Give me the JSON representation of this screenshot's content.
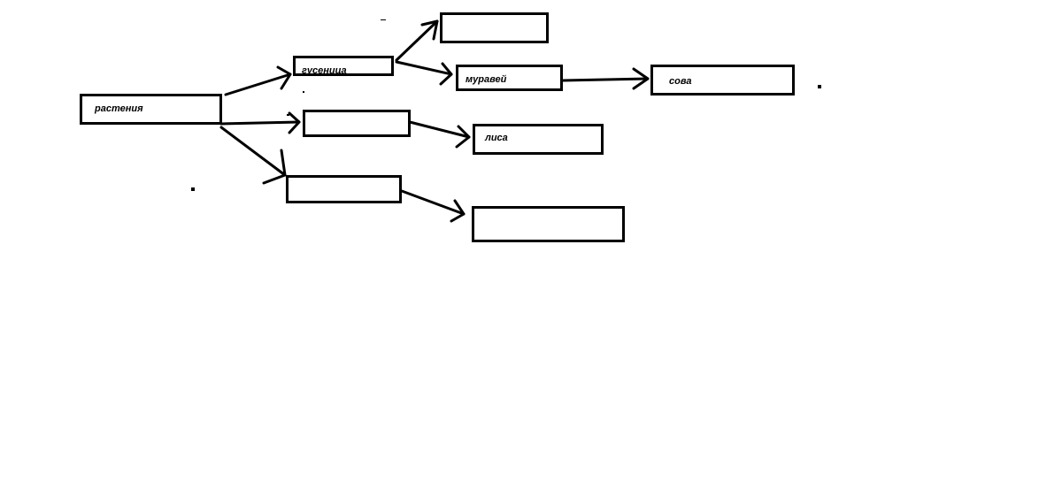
{
  "diagram": {
    "nodes": {
      "plants": "растения",
      "caterpillar": "гусеница",
      "ant": "муравей",
      "owl": "сова",
      "fox": "лиса",
      "blank_top": "",
      "blank_mid": "",
      "blank_low": "",
      "blank_bottom": ""
    },
    "edges": [
      [
        "plants",
        "caterpillar"
      ],
      [
        "plants",
        "blank_mid"
      ],
      [
        "plants",
        "blank_low"
      ],
      [
        "caterpillar",
        "blank_top"
      ],
      [
        "caterpillar",
        "ant"
      ],
      [
        "ant",
        "owl"
      ],
      [
        "blank_mid",
        "fox"
      ],
      [
        "blank_low",
        "blank_bottom"
      ]
    ],
    "colors": {
      "stroke": "#000000",
      "background": "#ffffff"
    }
  }
}
